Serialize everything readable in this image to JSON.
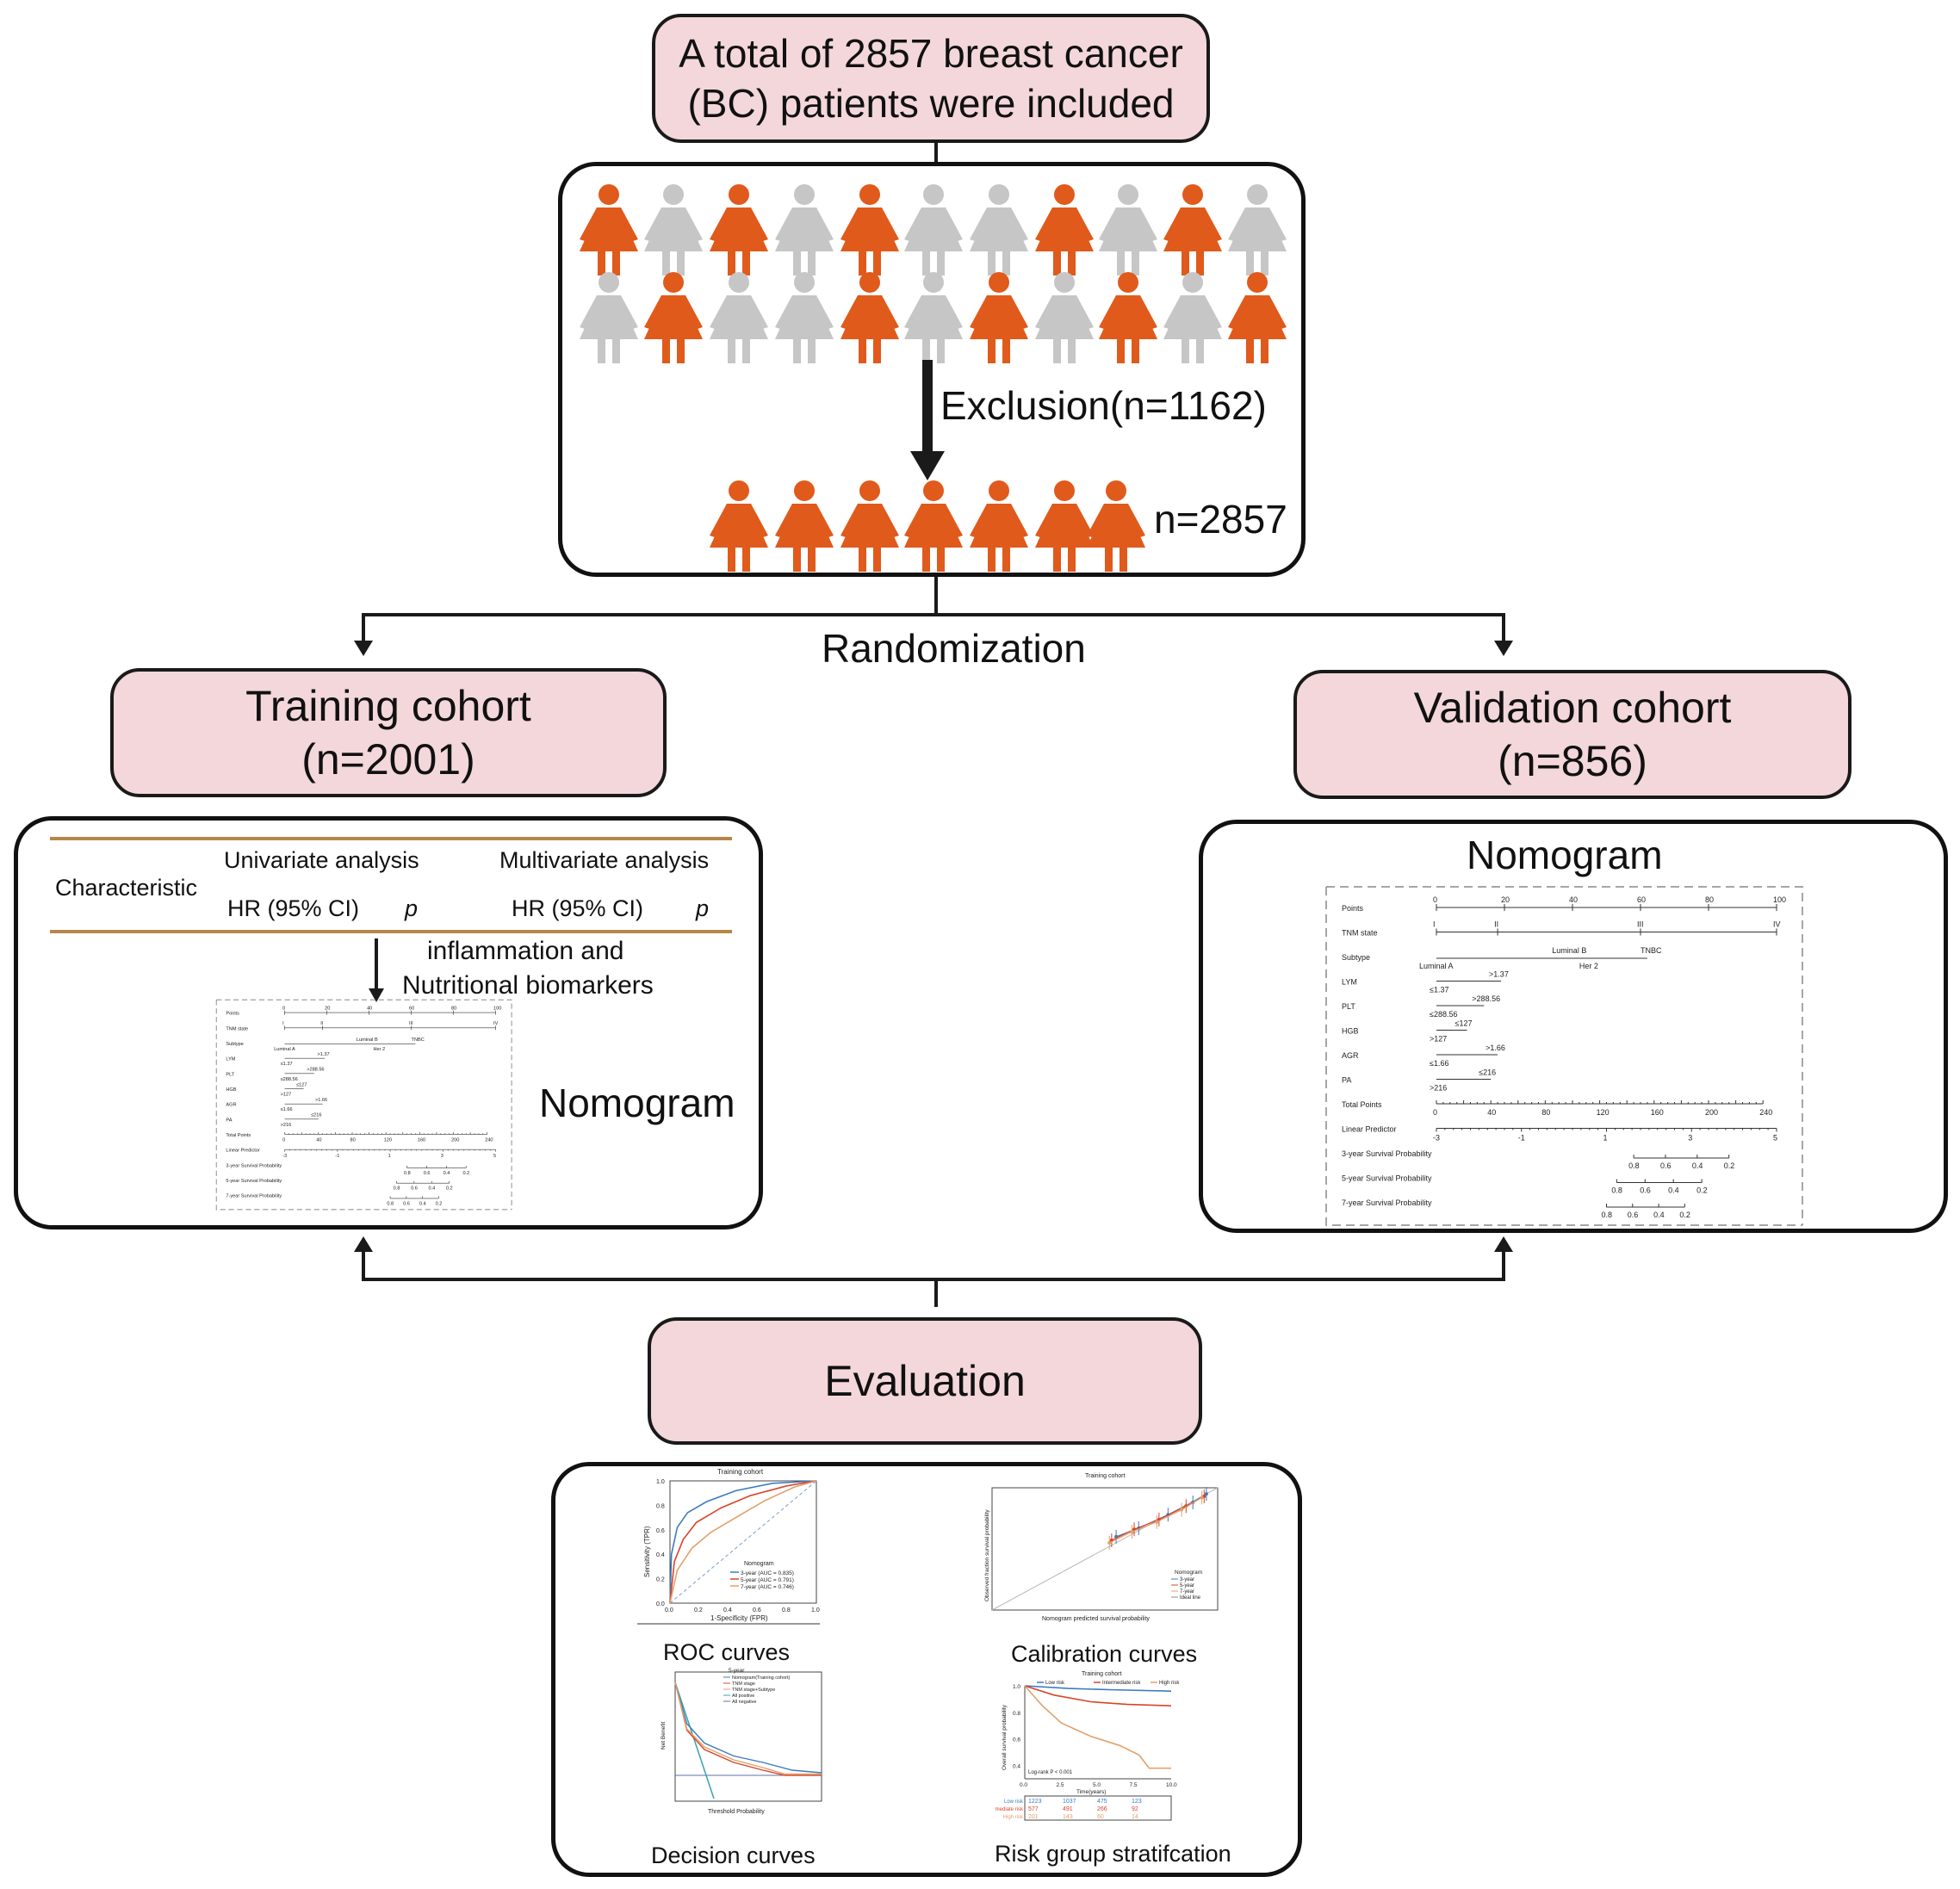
{
  "colors": {
    "accent": "#e05a1c",
    "muted": "#c6c6c6",
    "box_fill": "#f3d7da",
    "rule": "#b78648"
  },
  "top_box": {
    "line1": "A total of 2857 breast cancer",
    "line2": "(BC) patients were included"
  },
  "cohort_panel": {
    "exclusion": "Exclusion(n=1162)",
    "remaining": "n=2857",
    "row1": [
      "o",
      "g",
      "o",
      "g",
      "o",
      "g",
      "g",
      "o",
      "g",
      "o",
      "g"
    ],
    "row2": [
      "g",
      "o",
      "g",
      "g",
      "o",
      "g",
      "o",
      "g",
      "o",
      "g",
      "o"
    ],
    "row3": [
      "o",
      "o",
      "o",
      "o",
      "o",
      "o",
      "o"
    ]
  },
  "randomization": "Randomization",
  "training": {
    "line1": "Training cohort",
    "line2": "(n=2001)"
  },
  "validation": {
    "line1": "Validation cohort",
    "line2": "(n=856)"
  },
  "table": {
    "characteristic": "Characteristic",
    "uni": "Univariate analysis",
    "multi": "Multivariate analysis",
    "hr": "HR (95% CI)",
    "p": "p",
    "biomarkers_line1": "inflammation and",
    "biomarkers_line2": "Nutritional biomarkers"
  },
  "nomogram_label": "Nomogram",
  "nomogram": {
    "rows": [
      "Points",
      "TNM state",
      "Subtype",
      "LYM",
      "PLT",
      "HGB",
      "AGR",
      "PA",
      "Total Points",
      "Linear Predictor",
      "3-year Survival Probability",
      "5-year Survival Probability",
      "7-year Survival Probability"
    ],
    "points_ticks": [
      "0",
      "20",
      "40",
      "60",
      "80",
      "100"
    ],
    "tnm": [
      "I",
      "II",
      "III",
      "IV"
    ],
    "subtype_top": [
      "Luminal B",
      "TNBC"
    ],
    "subtype_bottom": [
      "Luminal A",
      "Her 2"
    ],
    "lym": [
      ">1.37",
      "≤1.37"
    ],
    "plt": [
      ">288.56",
      "≤288.56"
    ],
    "hgb": [
      "≤127",
      ">127"
    ],
    "agr": [
      ">1.66",
      "≤1.66"
    ],
    "pa": [
      "≤216",
      ">216"
    ],
    "total_ticks": [
      "0",
      "40",
      "80",
      "120",
      "160",
      "200",
      "240"
    ],
    "lp_ticks": [
      "-3",
      "-1",
      "1",
      "3",
      "5"
    ],
    "surv3": [
      "0.8",
      "0.6",
      "0.4",
      "0.2"
    ],
    "surv5": [
      "0.8",
      "0.6",
      "0.4",
      "0.2"
    ],
    "surv7": [
      "0.8",
      "0.6",
      "0.4",
      "0.2"
    ]
  },
  "evaluation": "Evaluation",
  "roc": {
    "title": "Training cohort",
    "ylabel": "Sensitivity (TPR)",
    "xlabel": "1-Specificity (FPR)",
    "legend_title": "Nomogram",
    "legend": [
      "3-year (AUC = 0.835)",
      "5-year (AUC = 0.791)",
      "7-year (AUC = 0.746)"
    ],
    "caption": "ROC curves"
  },
  "calib": {
    "title": "Training cohort",
    "ylabel": "Observed fraction survival probability",
    "xlabel": "Nomogram predicted survival probability",
    "legend_title": "Nomogram",
    "legend": [
      "3-year",
      "5-year",
      "7-year",
      "Ideal line"
    ],
    "caption": "Calibration curves"
  },
  "dca": {
    "ylabel": "Net Benefit",
    "xlabel": "Threshold Probability",
    "legend_title": "5-year",
    "legend": [
      "Nomogram(Training cohort)",
      "TNM stage",
      "TNM stage+Subtype",
      "All positive",
      "All negative"
    ],
    "caption": "Decision curves"
  },
  "km": {
    "title": "Training cohort",
    "ylabel": "Overall survival probability",
    "xlabel": "Time(years)",
    "legend": [
      "Low risk",
      "Intermediate risk",
      "High risk"
    ],
    "logrank": "Log-rank  P < 0.001",
    "risk_rows": [
      {
        "label": "Low risk",
        "values": [
          "1223",
          "1037",
          "475",
          "123"
        ]
      },
      {
        "label": "Intermediate risk",
        "values": [
          "577",
          "491",
          "266",
          "92"
        ]
      },
      {
        "label": "High risk",
        "values": [
          "201",
          "143",
          "60",
          "14"
        ]
      }
    ],
    "caption": "Risk group stratifcation"
  }
}
